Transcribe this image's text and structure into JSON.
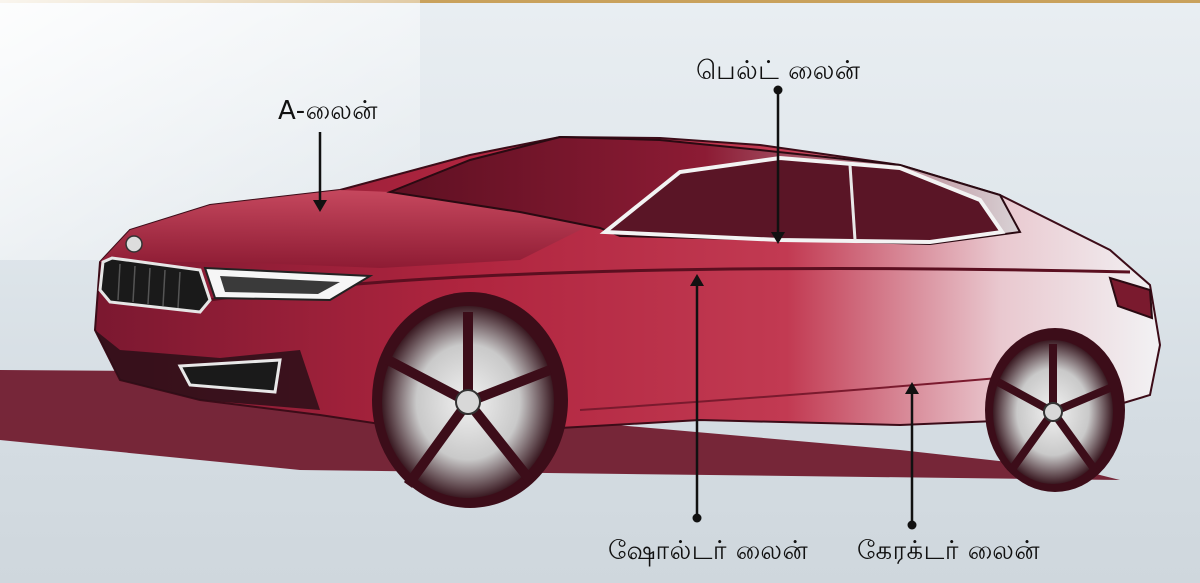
{
  "labels": {
    "a_line": "A-லைன்",
    "belt_line": "பெல்ட் லைன்",
    "shoulder_line": "ஷோல்டர் லைன்",
    "character_line": "கேரக்டர் லைன்"
  },
  "colors": {
    "body_red": "#a8213c",
    "body_dark": "#6e1428",
    "annotation": "#111111",
    "top_rule": "#c9a15c"
  }
}
